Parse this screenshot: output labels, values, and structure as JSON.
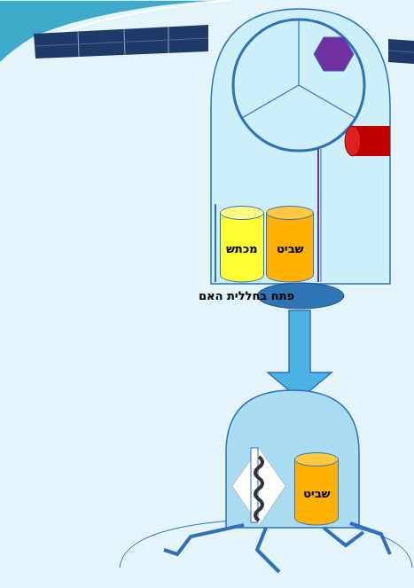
{
  "diagram": {
    "nodes": [
      {
        "text": [
          "מכתש"
        ]
      },
      {
        "text": [
          "שביט"
        ]
      },
      {
        "text": [
          "פתח בחללית האם"
        ]
      },
      {
        "text": [
          "שביט"
        ]
      }
    ]
  }
}
